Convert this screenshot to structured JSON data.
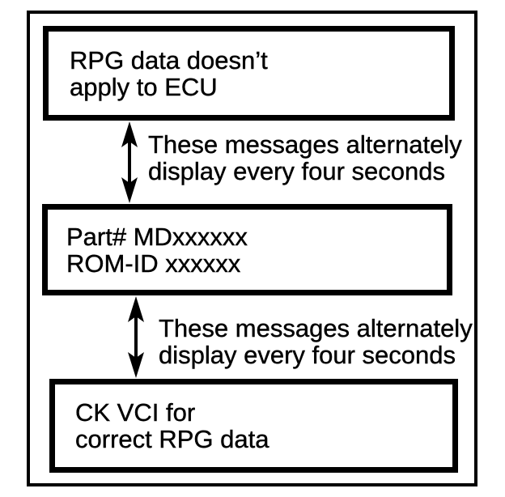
{
  "page": {
    "background_color": "#ffffff",
    "ink_color": "#000000"
  },
  "diagram": {
    "type": "alternating-display-message-flow",
    "boxes": [
      {
        "id": "message-1",
        "lines": [
          "RPG data doesn’t",
          "apply to ECU"
        ]
      },
      {
        "id": "message-2",
        "lines": [
          "Part# MDxxxxxx",
          "ROM-ID xxxxxx"
        ]
      },
      {
        "id": "message-3",
        "lines": [
          "CK VCI for",
          "correct RPG data"
        ]
      }
    ],
    "connectors": [
      {
        "id": "connector-1",
        "arrow": "double-headed-vertical",
        "label_lines": [
          "These messages alternately",
          "display every four seconds"
        ]
      },
      {
        "id": "connector-2",
        "arrow": "double-headed-vertical",
        "label_lines": [
          "These messages alternately",
          "display every four seconds"
        ]
      }
    ]
  }
}
